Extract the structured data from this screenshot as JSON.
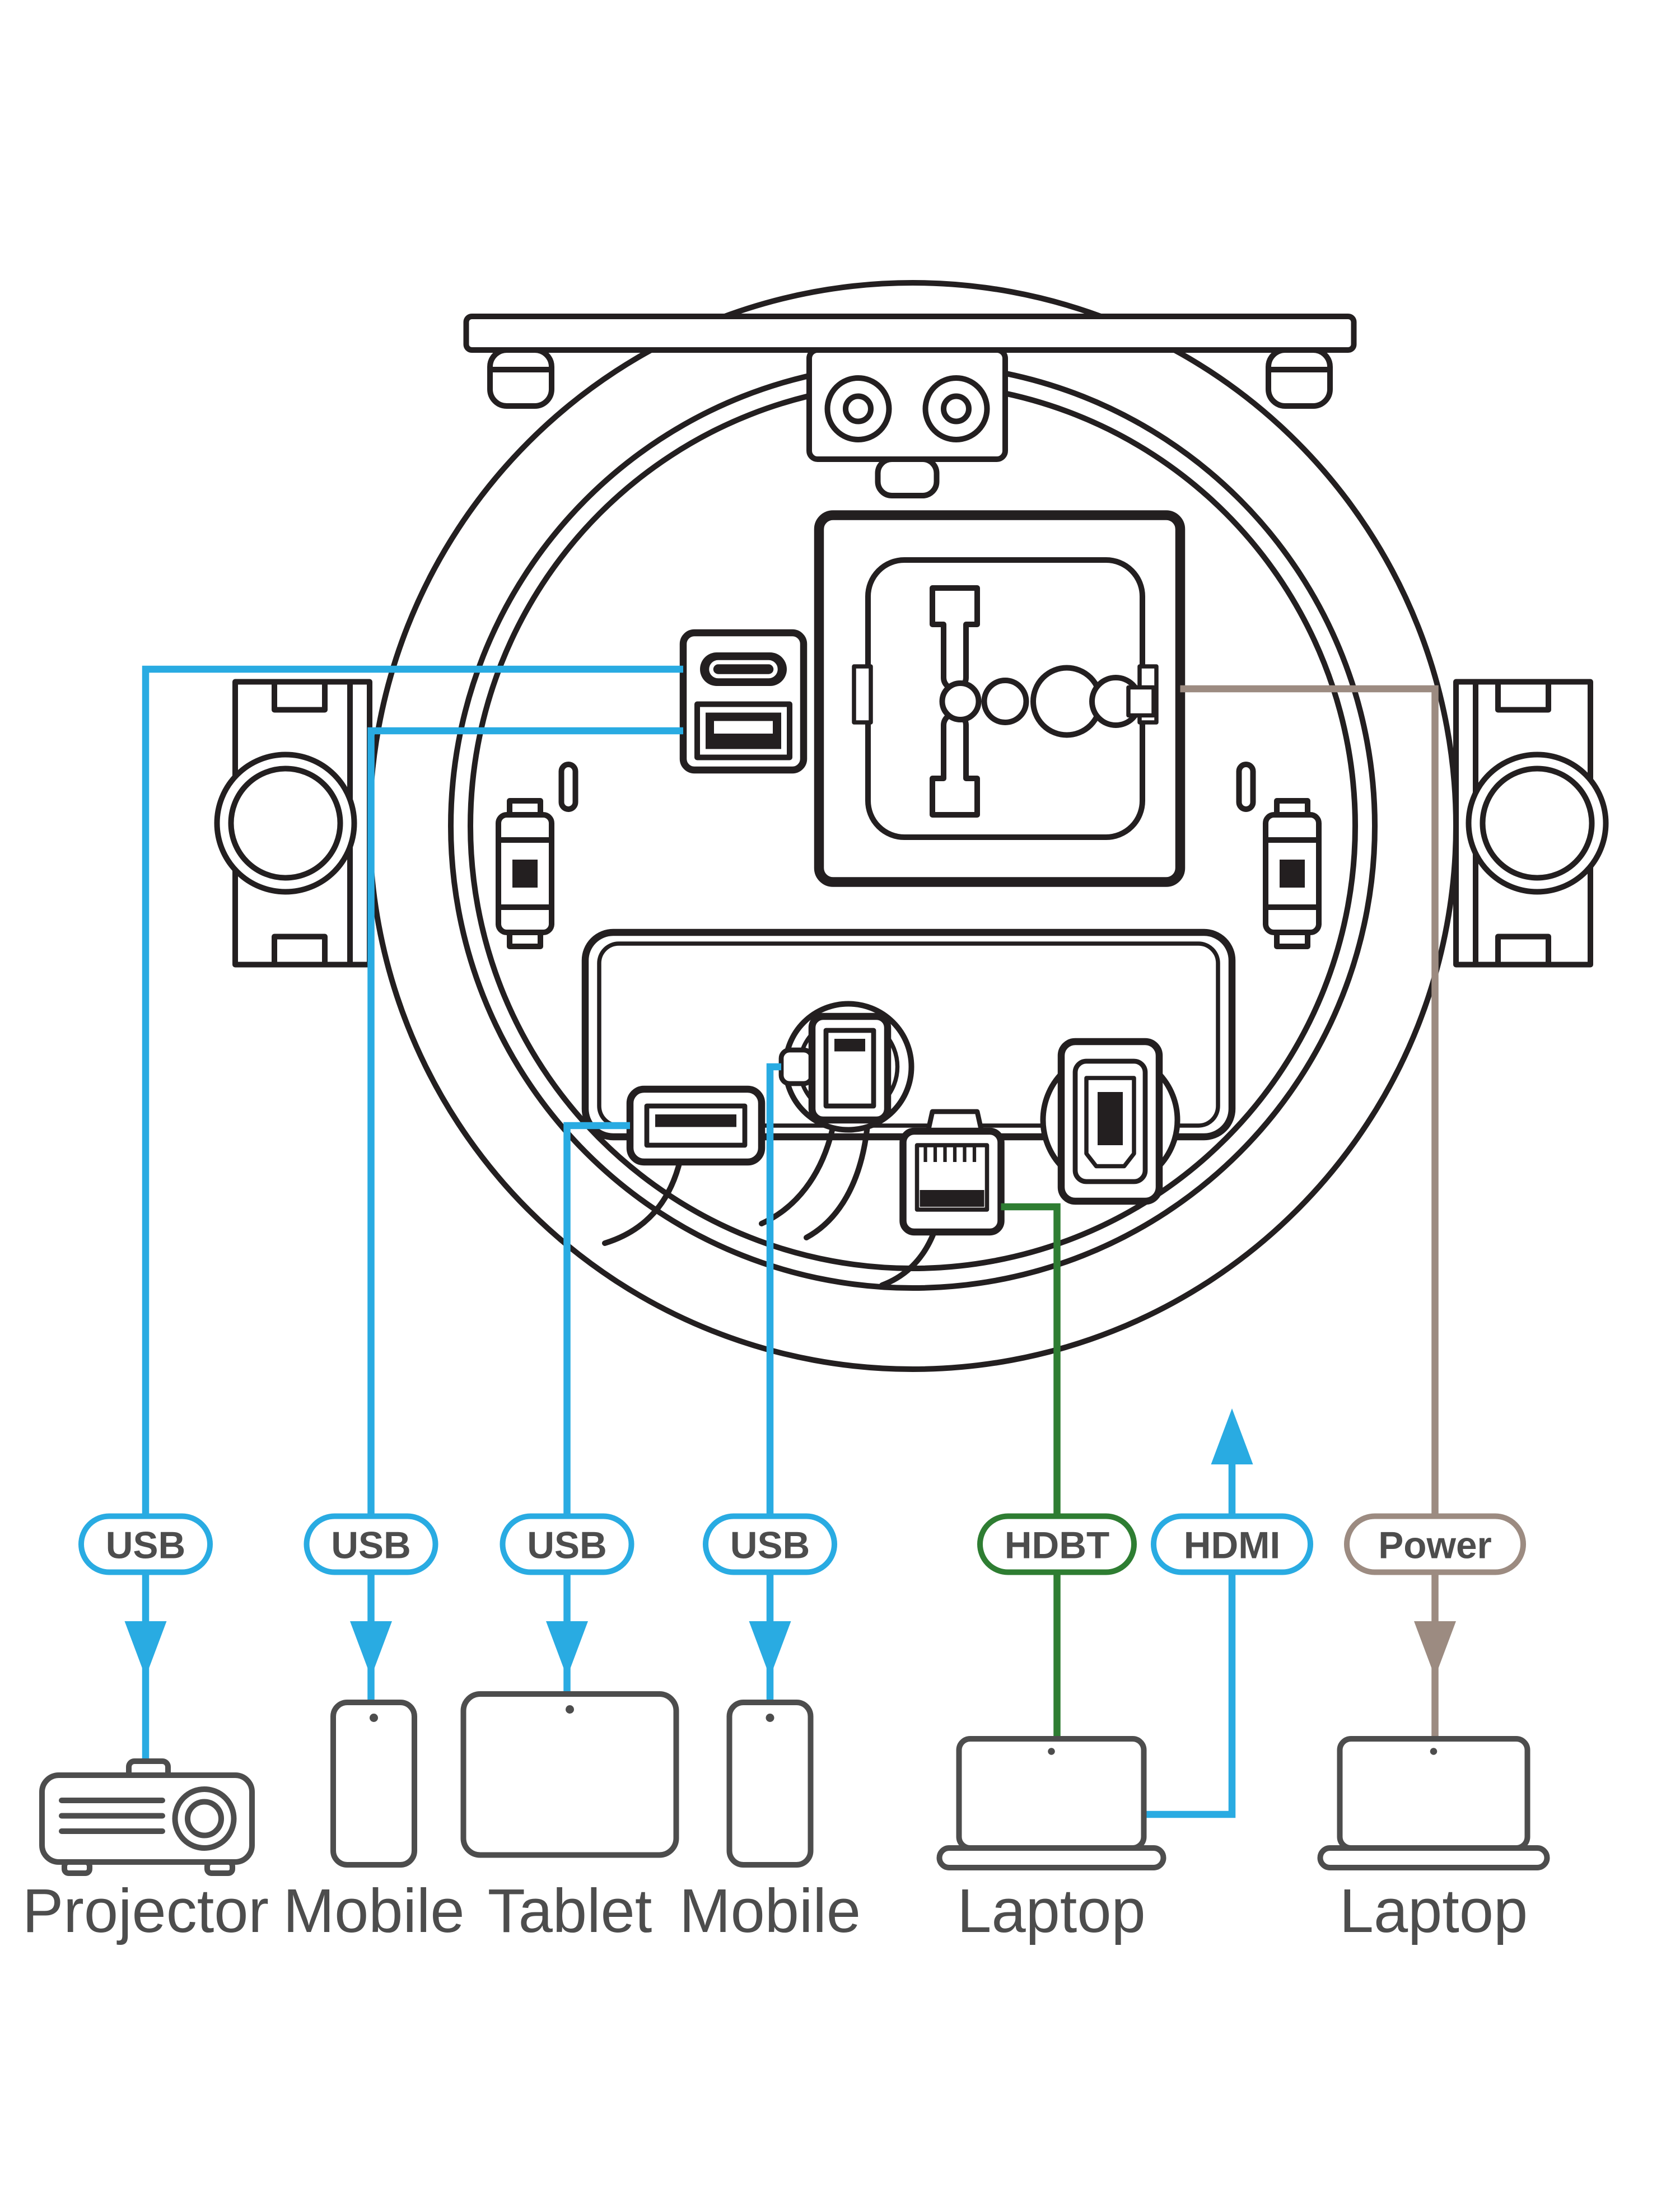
{
  "colors": {
    "usb": "#29ABE2",
    "hdbt": "#2E7D32",
    "hdmi": "#29ABE2",
    "power": "#9C8B81",
    "ink": "#231F20",
    "label": "#4D4D4D"
  },
  "pills": [
    {
      "id": "usb-to-projector",
      "label": "USB",
      "color": "#29ABE2"
    },
    {
      "id": "usb-to-mobile-1",
      "label": "USB",
      "color": "#29ABE2"
    },
    {
      "id": "usb-to-tablet",
      "label": "USB",
      "color": "#29ABE2"
    },
    {
      "id": "usb-to-mobile-2",
      "label": "USB",
      "color": "#29ABE2"
    },
    {
      "id": "hdbt",
      "label": "HDBT",
      "color": "#2E7D32"
    },
    {
      "id": "hdmi",
      "label": "HDMI",
      "color": "#29ABE2"
    },
    {
      "id": "power",
      "label": "Power",
      "color": "#9C8B81"
    }
  ],
  "devices": [
    {
      "label": "Projector"
    },
    {
      "label": "Mobile"
    },
    {
      "label": "Tablet"
    },
    {
      "label": "Mobile"
    },
    {
      "label": "Laptop"
    },
    {
      "label": "Laptop"
    }
  ],
  "hub_ports": [
    "usb-c-charging-port",
    "usb-a-charging-port",
    "universal-power-socket",
    "usb-a-cable-port",
    "usb-a-cable-port",
    "hdbt-rj45-cable-port",
    "hdmi-cable-port"
  ]
}
